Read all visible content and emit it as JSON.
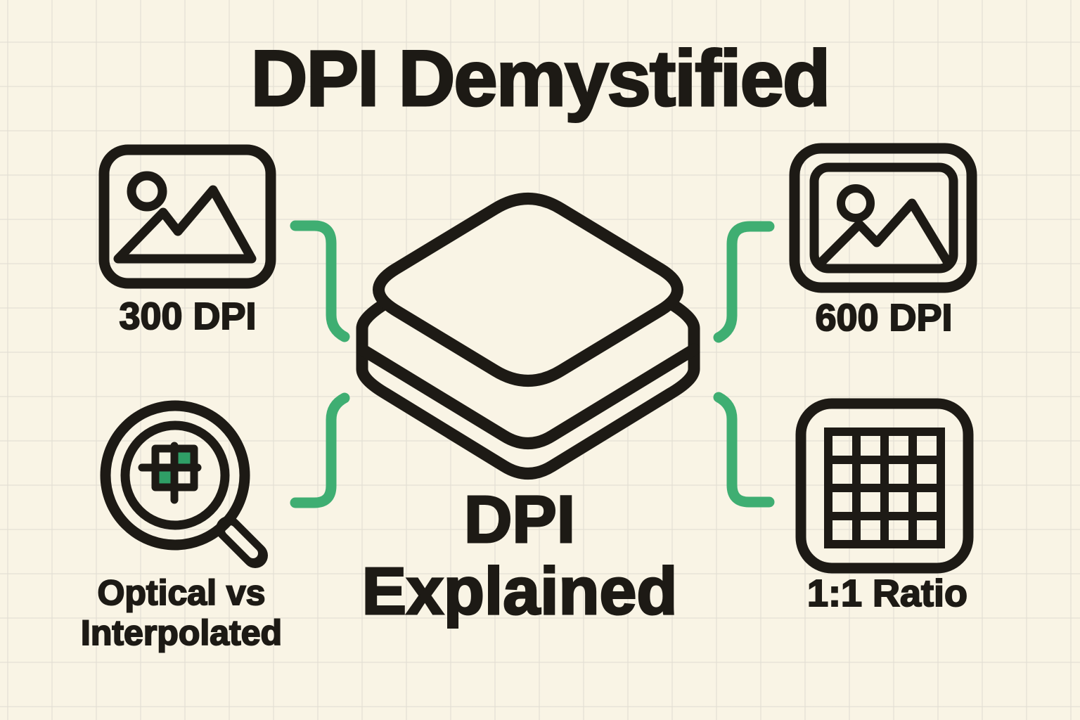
{
  "title": "DPI Demystified",
  "center": {
    "icon": "layers-stack-icon",
    "lines": [
      "DPI",
      "Explained"
    ]
  },
  "items": [
    {
      "position": "top-left",
      "label": "300 DPI",
      "icon": "image-icon"
    },
    {
      "position": "top-right",
      "label": "600 DPI",
      "icon": "framed-image-icon"
    },
    {
      "position": "bottom-left",
      "label": "Optical vs Interpolated",
      "lines": [
        "Optical vs",
        "Interpolated"
      ],
      "icon": "magnifier-pixel-icon"
    },
    {
      "position": "bottom-right",
      "label": "1:1 Ratio",
      "icon": "pixel-grid-icon"
    }
  ],
  "colors": {
    "background": "#f9f4e5",
    "ink": "#1d1a15",
    "accent_green": "#3fae72",
    "pixel_green": "#2f9f66",
    "grid_line": "#efebe0"
  }
}
